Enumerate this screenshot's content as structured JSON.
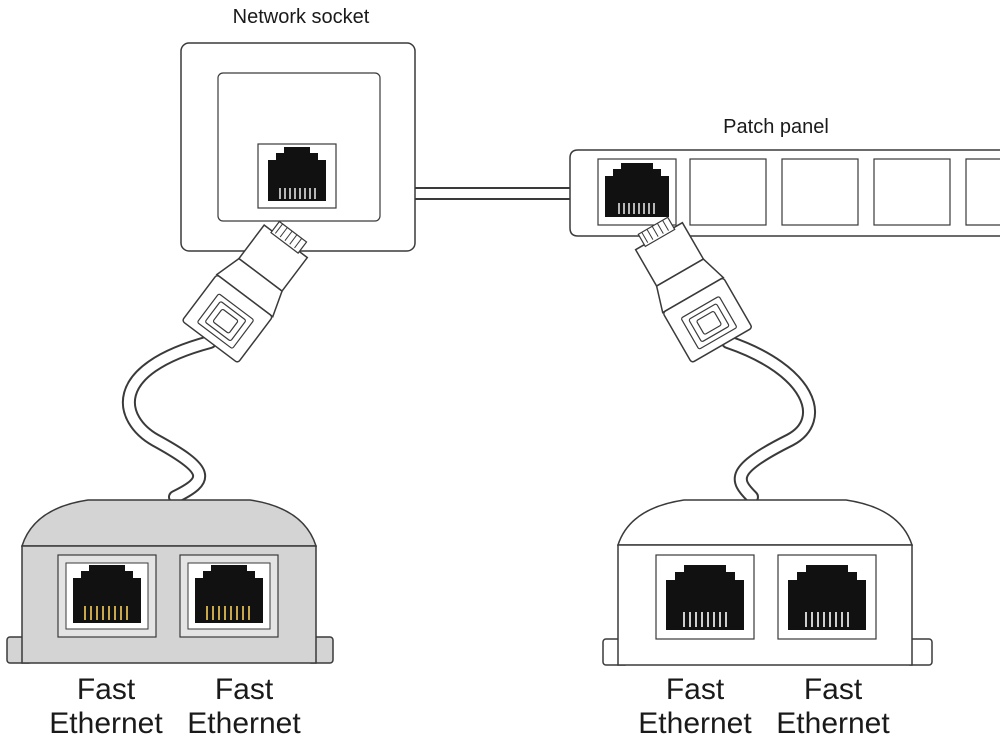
{
  "labels": {
    "network_socket": "Network socket",
    "patch_panel": "Patch panel"
  },
  "splitters": [
    {
      "ports": [
        {
          "line1": "Fast",
          "line2": "Ethernet"
        },
        {
          "line1": "Fast",
          "line2": "Ethernet"
        }
      ]
    },
    {
      "ports": [
        {
          "line1": "Fast",
          "line2": "Ethernet"
        },
        {
          "line1": "Fast",
          "line2": "Ethernet"
        }
      ]
    }
  ],
  "colors": {
    "outline": "#3a3a3a",
    "housing_grey": "#d4d4d4",
    "port_black": "#111111",
    "gold_pins": "#c9a84c"
  }
}
